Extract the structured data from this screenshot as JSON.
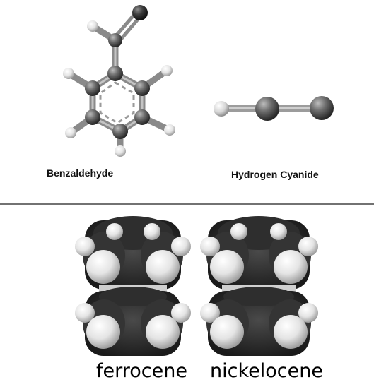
{
  "molecules": {
    "benzaldehyde": {
      "label": "Benzaldehyde"
    },
    "hydrogen_cyanide": {
      "label": "Hydrogen Cyanide"
    },
    "ferrocene": {
      "label": "ferrocene"
    },
    "nickelocene": {
      "label": "nickelocene"
    }
  }
}
